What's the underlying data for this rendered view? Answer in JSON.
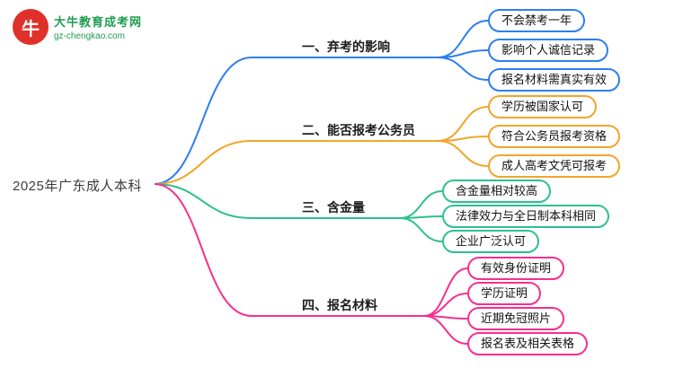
{
  "logo": {
    "icon_text": "牛",
    "site_name": "大牛教育成考网",
    "site_url": "gz-chengkao.com"
  },
  "root": {
    "label": "2025年广东成人本科"
  },
  "colors": {
    "branch1": "#2d7ff0",
    "branch2": "#f2a52a",
    "branch3": "#2ec08f",
    "branch4": "#f72f8e",
    "logo_green": "#1f9d50",
    "logo_red": "#e0302a"
  },
  "branches": [
    {
      "label": "一、弃考的影响",
      "color": "#2d7ff0",
      "leaves": [
        "不会禁考一年",
        "影响个人诚信记录",
        "报名材料需真实有效"
      ]
    },
    {
      "label": "二、能否报考公务员",
      "color": "#f2a52a",
      "leaves": [
        "学历被国家认可",
        "符合公务员报考资格",
        "成人高考文凭可报考"
      ]
    },
    {
      "label": "三、含金量",
      "color": "#2ec08f",
      "leaves": [
        "含金量相对较高",
        "法律效力与全日制本科相同",
        "企业广泛认可"
      ]
    },
    {
      "label": "四、报名材料",
      "color": "#f72f8e",
      "leaves": [
        "有效身份证明",
        "学历证明",
        "近期免冠照片",
        "报名表及相关表格"
      ]
    }
  ]
}
